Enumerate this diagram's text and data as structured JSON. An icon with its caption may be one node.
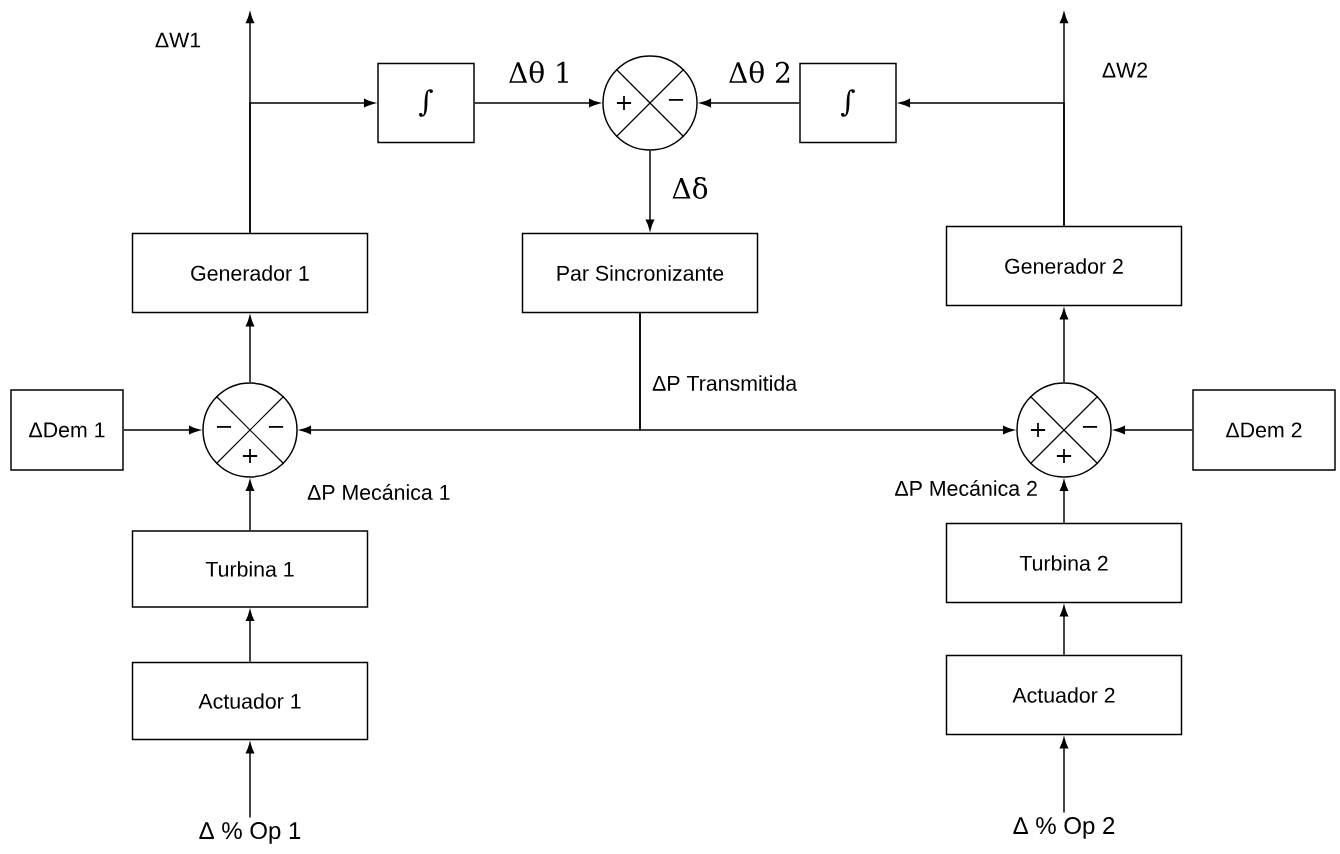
{
  "diagram": {
    "nodes": [
      {
        "text": [
          "Generador 1"
        ]
      },
      {
        "text": [
          "Par Sincronizante"
        ]
      },
      {
        "text": [
          "Generador 2"
        ]
      },
      {
        "text": [
          "∫"
        ]
      },
      {
        "text": [
          "+",
          "−"
        ]
      },
      {
        "text": [
          "∫"
        ]
      },
      {
        "text": [
          "ΔDem 1"
        ]
      },
      {
        "text": [
          "−",
          "−",
          "+"
        ]
      },
      {
        "text": [
          "+",
          "−",
          "+"
        ]
      },
      {
        "text": [
          "ΔDem 2"
        ]
      },
      {
        "text": [
          "Turbina 1"
        ]
      },
      {
        "text": [
          "Turbina 2"
        ]
      },
      {
        "text": [
          "Actuador 1"
        ]
      },
      {
        "text": [
          "Actuador 2"
        ]
      },
      {
        "text": [
          "Δ % Op 1"
        ]
      },
      {
        "text": [
          "Δ % Op 2"
        ]
      }
    ],
    "edges": [
      {
        "from": 14,
        "to": 12,
        "arrow": "to"
      },
      {
        "from": 12,
        "to": 10,
        "arrow": "to"
      },
      {
        "from": 10,
        "to": 7,
        "arrow": "to",
        "label": "ΔP Mecánica 1"
      },
      {
        "from": 7,
        "to": 0,
        "arrow": "to"
      },
      {
        "from": 0,
        "to": null,
        "arrow": "to",
        "label": "ΔW1"
      },
      {
        "from": 0,
        "to": 3,
        "arrow": "to"
      },
      {
        "from": 3,
        "to": 4,
        "arrow": "to",
        "label": "Δθ 1"
      },
      {
        "from": 5,
        "to": 4,
        "arrow": "to",
        "label": "Δθ 2"
      },
      {
        "from": 2,
        "to": 5,
        "arrow": "to"
      },
      {
        "from": 2,
        "to": null,
        "arrow": "to",
        "label": "ΔW2"
      },
      {
        "from": 4,
        "to": 1,
        "arrow": "to",
        "label": "Δδ"
      },
      {
        "from": 1,
        "to": 7,
        "arrow": "to",
        "label": "ΔP Transmitida"
      },
      {
        "from": 1,
        "to": 8,
        "arrow": "to"
      },
      {
        "from": 6,
        "to": 7,
        "arrow": "to"
      },
      {
        "from": 9,
        "to": 8,
        "arrow": "to"
      },
      {
        "from": 15,
        "to": 13,
        "arrow": "to"
      },
      {
        "from": 13,
        "to": 11,
        "arrow": "to"
      },
      {
        "from": 11,
        "to": 8,
        "arrow": "to",
        "label": "ΔP Mecánica 2"
      },
      {
        "from": 8,
        "to": 2,
        "arrow": "to"
      }
    ]
  }
}
